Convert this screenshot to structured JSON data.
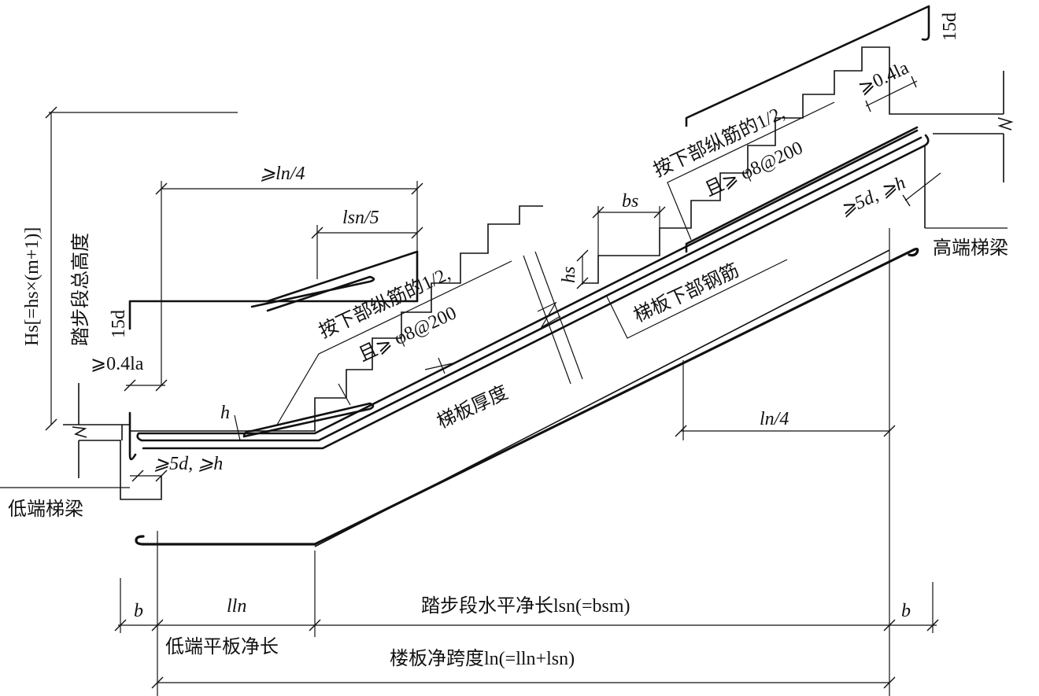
{
  "labels": {
    "left_total_height": "Hs[=hs×(m+1)]",
    "left_total_height_cn": "踏步段总高度",
    "ge_ln_4_top": "⩾ln/4",
    "lsn_5": "lsn/5",
    "d15_left": "15d",
    "d15_right": "15d",
    "ge_04la_left": "⩾0.4la",
    "ge_04la_right": "⩾0.4la",
    "h_label": "h",
    "ge5d_left": "⩾5d, ⩾h",
    "ge5d_right": "⩾5d, ⩾h",
    "low_beam": "低端梯梁",
    "high_beam": "高端梯梁",
    "half_rebar_left_1": "按下部纵筋的1/2,",
    "half_rebar_left_2": "且⩾ φ8@200",
    "half_rebar_right_1": "按下部纵筋的1/2,",
    "half_rebar_right_2": "且⩾ φ8@200",
    "slab_thickness": "梯板厚度",
    "slab_bottom_rebar": "梯板下部钢筋",
    "bs": "bs",
    "hs": "hs",
    "ln_4_bottom": "ln/4",
    "b_left": "b",
    "b_right": "b",
    "lln": "lln",
    "step_horizontal": "踏步段水平净长lsn(=bsm)",
    "low_flat_length": "低端平板净长",
    "clear_span": "楼板净跨度ln(=lln+lsn)"
  }
}
